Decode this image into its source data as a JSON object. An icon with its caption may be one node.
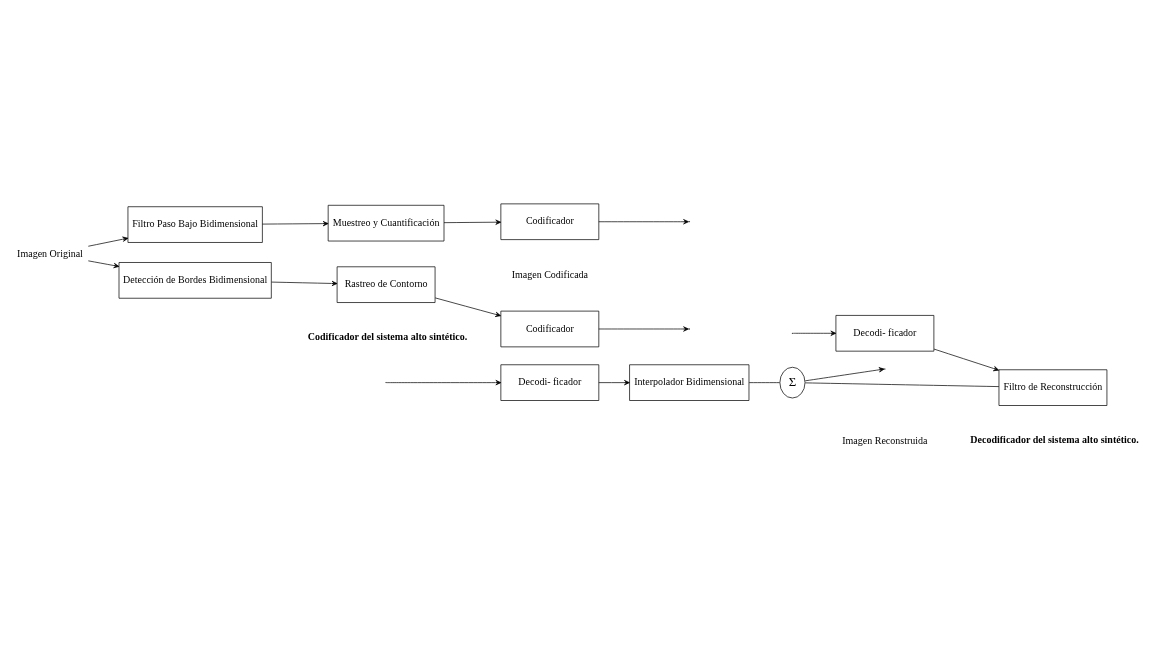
{
  "diagram": {
    "nodes": [
      {
        "text": [
          "Imagen Original"
        ]
      },
      {
        "text": [
          "Filtro Paso Bajo Bidimensional"
        ]
      },
      {
        "text": [
          "Muestreo y Cuantificación"
        ]
      },
      {
        "text": [
          "Codificador"
        ]
      },
      {
        "text": [
          "Detección de Bordes Bidimensional"
        ]
      },
      {
        "text": [
          "Rastreo de Contorno"
        ]
      },
      {
        "text": [
          "Codificador"
        ]
      },
      {
        "text": [
          "Decodi- ficador"
        ]
      },
      {
        "text": [
          "Interpolador Bidimensional"
        ]
      },
      {
        "text": [
          "Σ"
        ]
      },
      {
        "text": [
          "Decodi- ficador"
        ]
      },
      {
        "text": [
          "Filtro de Reconstrucción"
        ]
      }
    ],
    "edges": [
      {
        "from": 0,
        "to": 1,
        "arrow": "to"
      },
      {
        "from": 0,
        "to": 4,
        "arrow": "to"
      },
      {
        "from": 1,
        "to": 2,
        "arrow": "to"
      },
      {
        "from": 2,
        "to": 3,
        "arrow": "to"
      },
      {
        "from": 3,
        "to": null,
        "arrow": "to"
      },
      {
        "from": 4,
        "to": 5,
        "arrow": "to"
      },
      {
        "from": 5,
        "to": 6,
        "arrow": "to"
      },
      {
        "from": 6,
        "to": null,
        "arrow": "to"
      },
      {
        "from": null,
        "to": 7,
        "arrow": "to"
      },
      {
        "from": 7,
        "to": 8,
        "arrow": "to"
      },
      {
        "from": 8,
        "to": 9,
        "arrow": "none"
      },
      {
        "from": 9,
        "to": null,
        "arrow": "to"
      },
      {
        "from": null,
        "to": 10,
        "arrow": "to"
      },
      {
        "from": 10,
        "to": 11,
        "arrow": "to"
      },
      {
        "from": 11,
        "to": 9,
        "arrow": "none"
      }
    ],
    "labels": [
      "Imagen Codificada",
      "Codificador del sistema alto sintético.",
      "Imagen Reconstruida",
      "Decodificador del sistema alto sintético."
    ]
  }
}
